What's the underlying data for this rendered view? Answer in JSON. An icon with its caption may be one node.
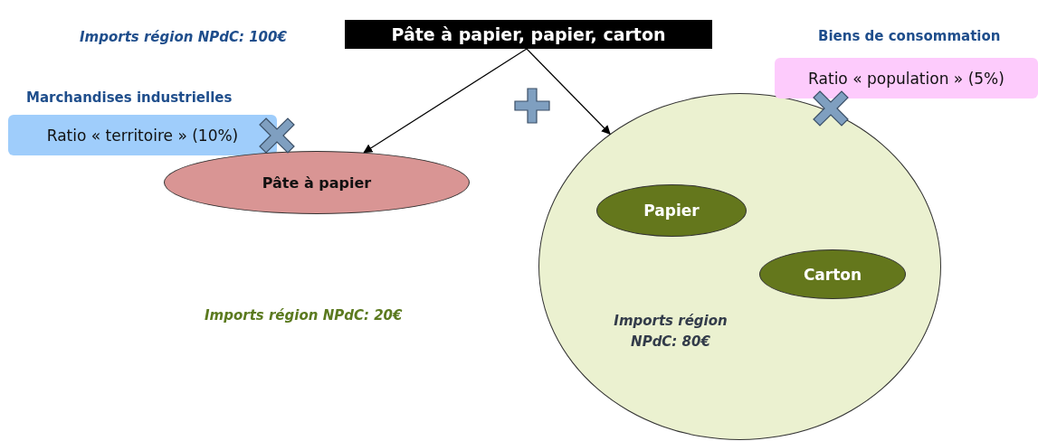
{
  "diagram": {
    "nodes": [
      {
        "text": [
          "Pâte à papier, papier, carton"
        ]
      },
      {
        "text": [
          "Marchandises industrielles",
          "Ratio « territoire » (10%)"
        ]
      },
      {
        "text": [
          "Pâte à papier"
        ]
      },
      {
        "text": [
          "Imports région NPdC: 80€"
        ]
      },
      {
        "text": [
          "Papier"
        ],
        "in": 3
      },
      {
        "text": [
          "Carton"
        ],
        "in": 3
      },
      {
        "text": [
          "Biens de consommation",
          "Ratio  « population » (5%)"
        ]
      }
    ],
    "edges": [
      {
        "from": 0,
        "to": 2,
        "arrow": "to"
      },
      {
        "from": 0,
        "to": 3,
        "arrow": "to"
      }
    ],
    "labels": [
      "Imports région NPdC: 100€",
      "Imports région NPdC: 20€"
    ]
  }
}
